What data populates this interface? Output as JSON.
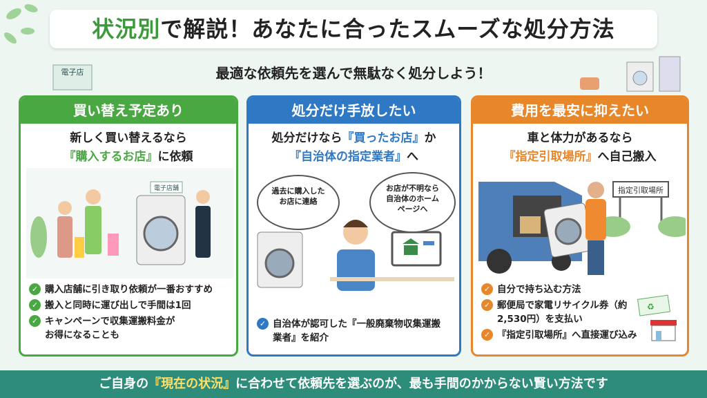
{
  "title": {
    "highlight": "状況別",
    "rest": "で解説！あなたに合ったスムーズな処分方法"
  },
  "subtitle": "最適な依頼先を選んで無駄なく処分しよう！",
  "background_labels": {
    "shop_sign": "電子店"
  },
  "cards": [
    {
      "header": "買い替え予定あり",
      "color": "#4aa842",
      "lead_line1": "新しく買い替えるなら",
      "lead_em": "『購入するお店』",
      "lead_rest": "に依頼",
      "illustration_sign": "電子店舗",
      "items": [
        "購入店舗に引き取り依頼が一番おすすめ",
        "搬入と同時に運び出しで手間は1回",
        "キャンペーンで収集運搬料金がお得になることも"
      ]
    },
    {
      "header": "処分だけ手放したい",
      "color": "#2f78c4",
      "lead_pre": "処分だけなら",
      "lead_em1": "『買ったお店』",
      "lead_mid": "か",
      "lead_em2": "『自治体の指定業者』",
      "lead_rest": "へ",
      "bubble_left": "過去に購入したお店に連絡",
      "bubble_right": "お店が不明なら自治体のホームページへ",
      "items": [
        "自治体が認可した『一般廃棄物収集運搬業者』を紹介"
      ]
    },
    {
      "header": "費用を最安に抑えたい",
      "color": "#e8862a",
      "lead_line1": "車と体力があるなら",
      "lead_em": "『指定引取場所』",
      "lead_rest": "へ自己搬入",
      "illustration_sign": "指定引取場所",
      "items": [
        "自分で持ち込む方法",
        "郵便局で家電リサイクル券（約2,530円）を支払い",
        "『指定引取場所』へ直接運び込み"
      ]
    }
  ],
  "footer": {
    "pre": "ご自身の",
    "highlight": "『現在の状況』",
    "post": "に合わせて依頼先を選ぶのが、最も手間のかからない賢い方法です"
  }
}
